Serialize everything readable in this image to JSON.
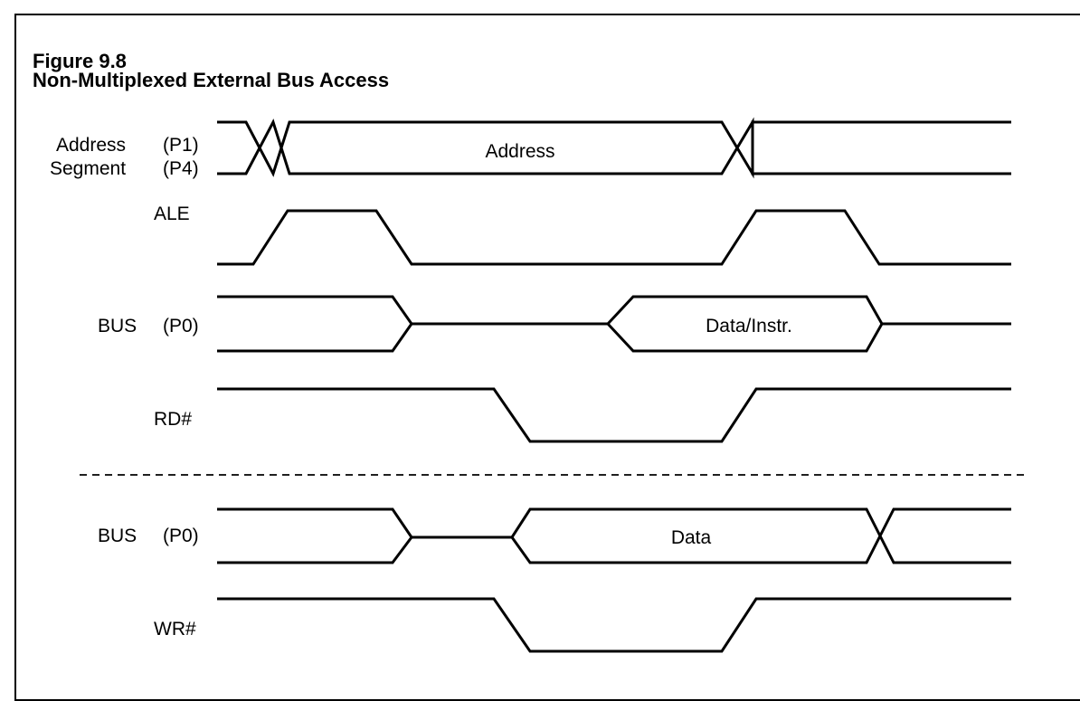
{
  "figure": {
    "number": "Figure 9.8",
    "caption": "Non-Multiplexed External Bus Access"
  },
  "signals": {
    "address": {
      "name": "Address",
      "port": "(P1)"
    },
    "segment": {
      "name": "Segment",
      "port": "(P4)"
    },
    "ale": {
      "name": "ALE"
    },
    "bus_read": {
      "name": "BUS",
      "port": "(P0)"
    },
    "rd": {
      "name": "RD#"
    },
    "bus_write": {
      "name": "BUS",
      "port": "(P0)"
    },
    "wr": {
      "name": "WR#"
    }
  },
  "waveform_text": {
    "address_bus": "Address",
    "read_data": "Data/Instr.",
    "write_data": "Data"
  }
}
